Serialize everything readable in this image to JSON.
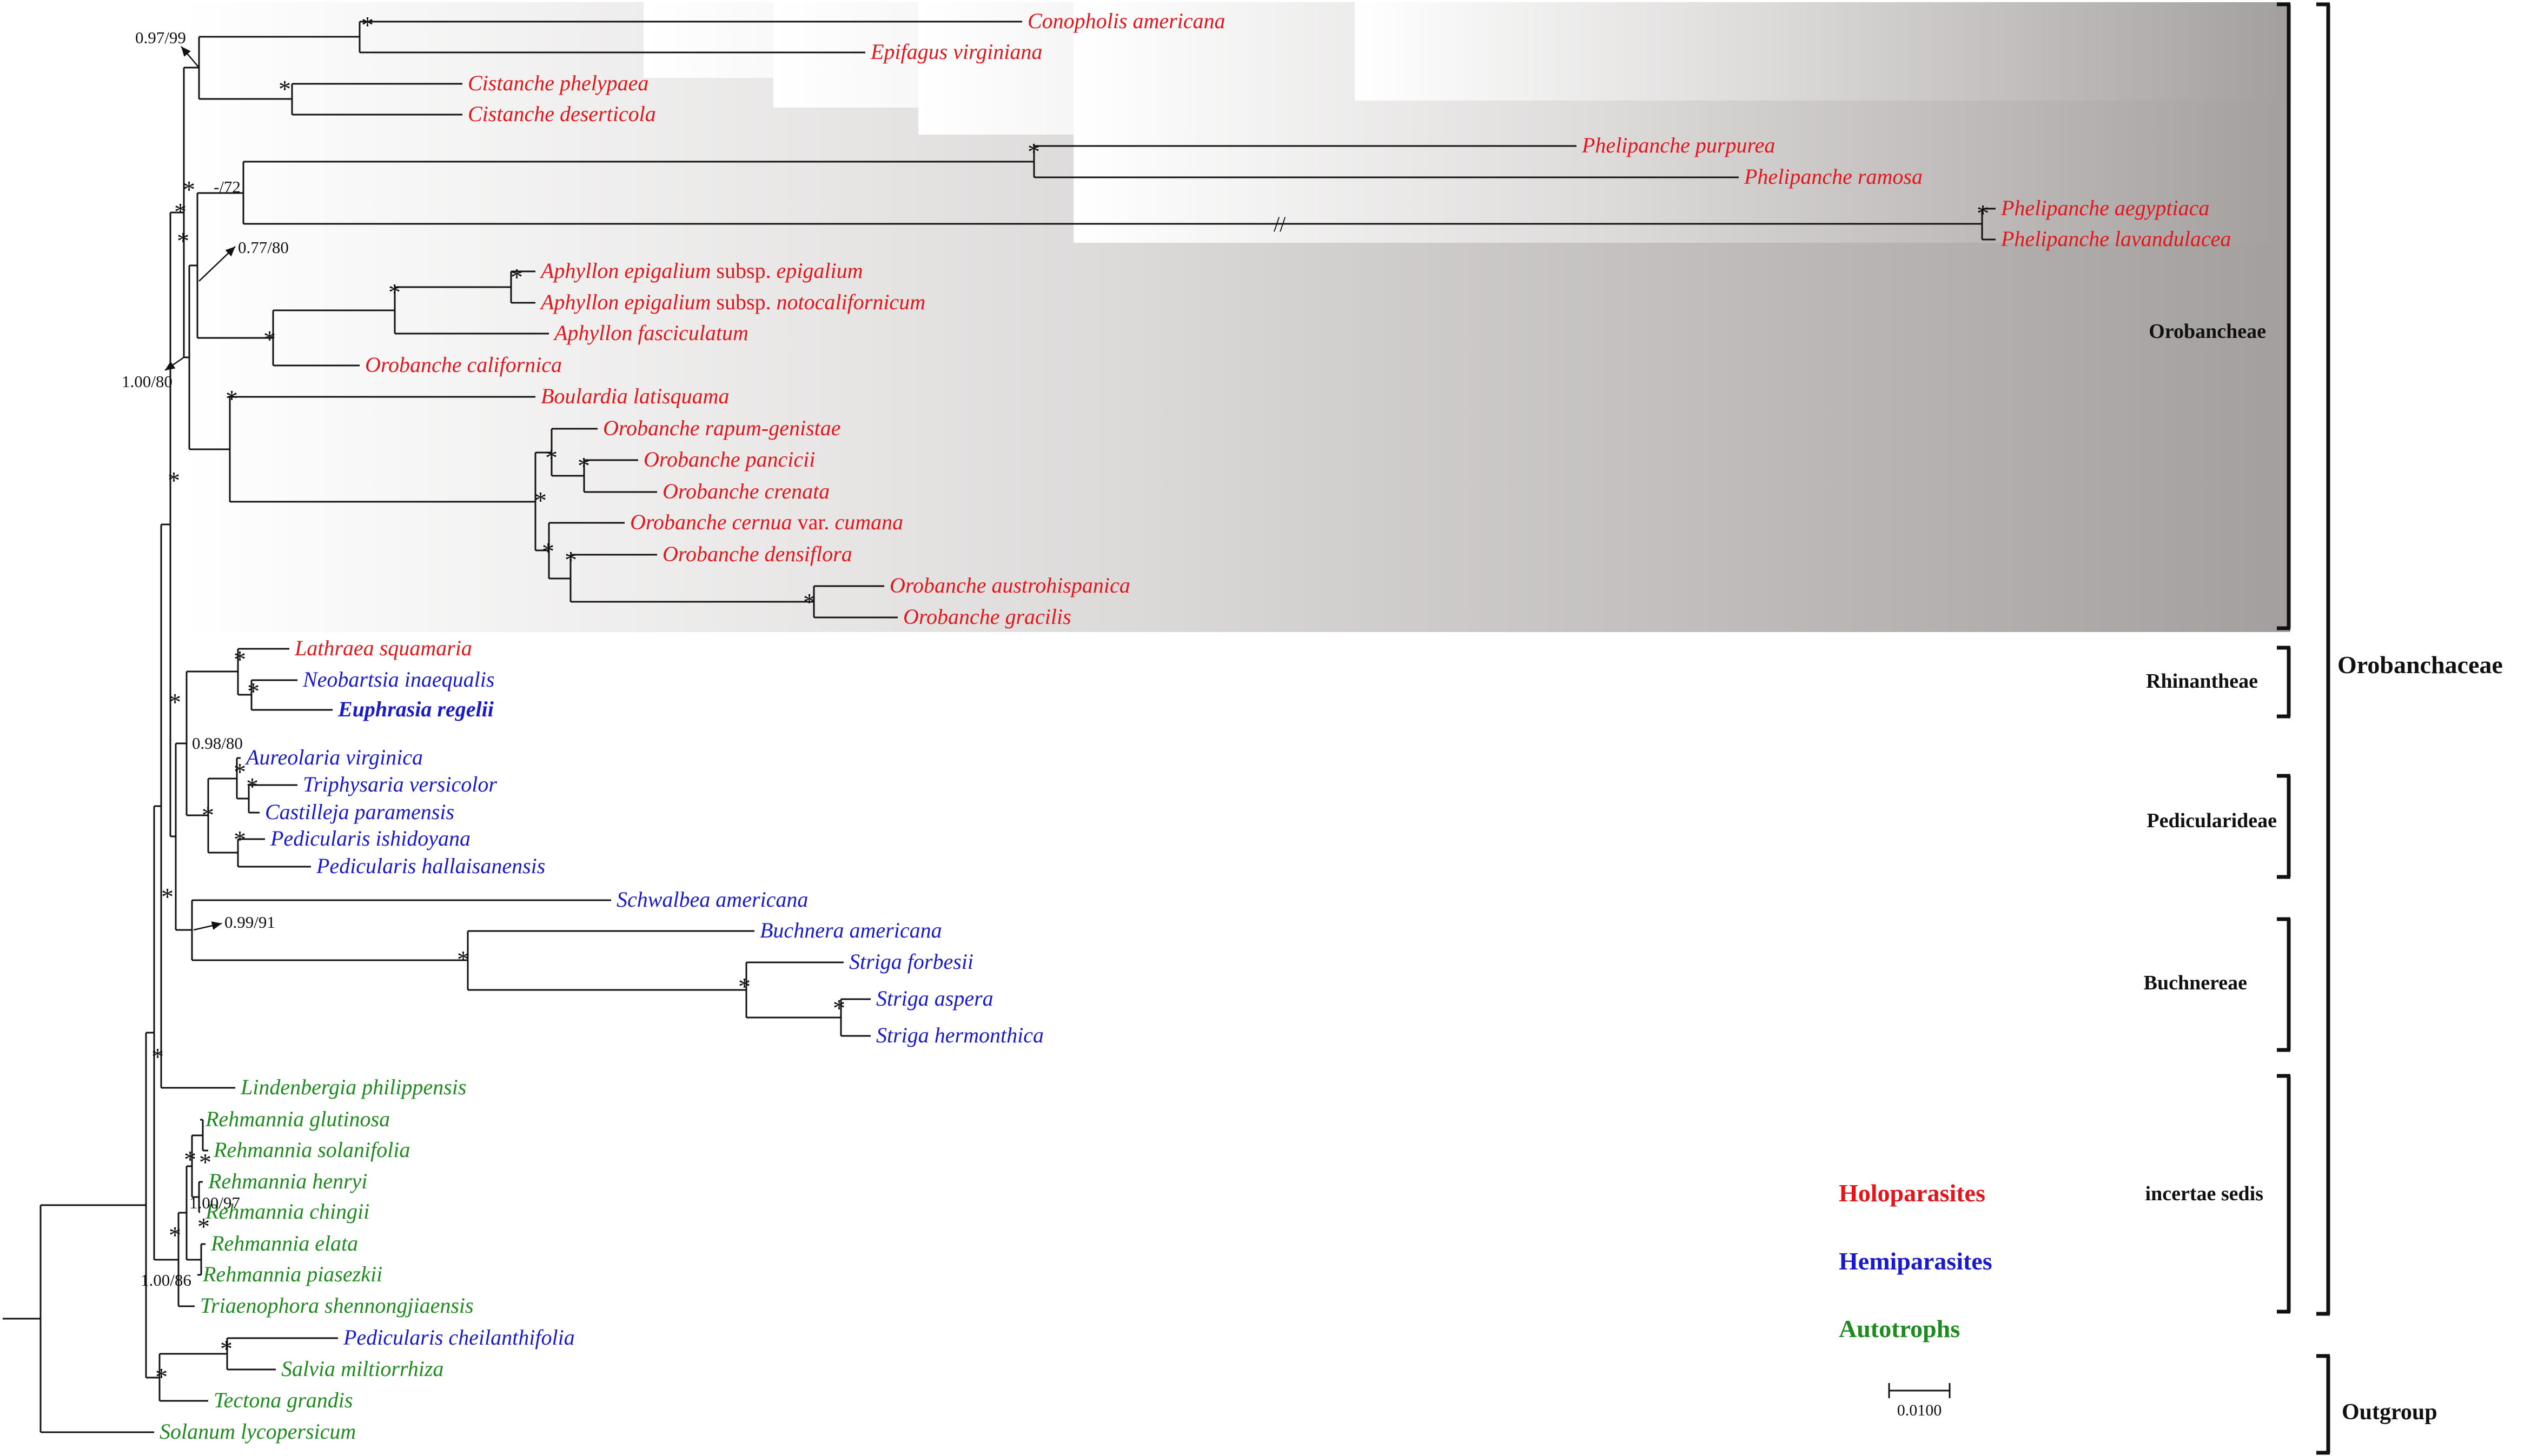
{
  "taxa": [
    {
      "id": "conopholis",
      "parts": [
        {
          "t": "Conopholis americana",
          "i": true
        }
      ],
      "group": "holo"
    },
    {
      "id": "epifagus",
      "parts": [
        {
          "t": "Epifagus virginiana",
          "i": true
        }
      ],
      "group": "holo"
    },
    {
      "id": "cist-phel",
      "parts": [
        {
          "t": "Cistanche phelypaea",
          "i": true
        }
      ],
      "group": "holo"
    },
    {
      "id": "cist-des",
      "parts": [
        {
          "t": "Cistanche deserticola",
          "i": true
        }
      ],
      "group": "holo"
    },
    {
      "id": "phel-pur",
      "parts": [
        {
          "t": "Phelipanche purpurea",
          "i": true
        }
      ],
      "group": "holo"
    },
    {
      "id": "phel-ram",
      "parts": [
        {
          "t": "Phelipanche ramosa",
          "i": true
        }
      ],
      "group": "holo"
    },
    {
      "id": "phel-aeg",
      "parts": [
        {
          "t": "Phelipanche aegyptiaca",
          "i": true
        }
      ],
      "group": "holo"
    },
    {
      "id": "phel-lav",
      "parts": [
        {
          "t": "Phelipanche lavandulacea",
          "i": true
        }
      ],
      "group": "holo"
    },
    {
      "id": "aph-epi",
      "parts": [
        {
          "t": "Aphyllon epigalium",
          "i": true
        },
        {
          "t": " subsp. ",
          "i": false
        },
        {
          "t": "epigalium",
          "i": true
        }
      ],
      "group": "holo"
    },
    {
      "id": "aph-not",
      "parts": [
        {
          "t": "Aphyllon epigalium",
          "i": true
        },
        {
          "t": " subsp. ",
          "i": false
        },
        {
          "t": "notocalifornicum",
          "i": true
        }
      ],
      "group": "holo"
    },
    {
      "id": "aph-fas",
      "parts": [
        {
          "t": "Aphyllon fasciculatum",
          "i": true
        }
      ],
      "group": "holo"
    },
    {
      "id": "oro-cal",
      "parts": [
        {
          "t": "Orobanche californica",
          "i": true
        }
      ],
      "group": "holo"
    },
    {
      "id": "boulardia",
      "parts": [
        {
          "t": "Boulardia latisquama",
          "i": true
        }
      ],
      "group": "holo"
    },
    {
      "id": "oro-rap",
      "parts": [
        {
          "t": "Orobanche rapum-genistae",
          "i": true
        }
      ],
      "group": "holo"
    },
    {
      "id": "oro-pan",
      "parts": [
        {
          "t": "Orobanche pancicii",
          "i": true
        }
      ],
      "group": "holo"
    },
    {
      "id": "oro-cre",
      "parts": [
        {
          "t": "Orobanche crenata",
          "i": true
        }
      ],
      "group": "holo"
    },
    {
      "id": "oro-cer",
      "parts": [
        {
          "t": "Orobanche cernua",
          "i": true
        },
        {
          "t": " var. ",
          "i": false
        },
        {
          "t": "cumana",
          "i": true
        }
      ],
      "group": "holo"
    },
    {
      "id": "oro-den",
      "parts": [
        {
          "t": "Orobanche densiflora",
          "i": true
        }
      ],
      "group": "holo"
    },
    {
      "id": "oro-aus",
      "parts": [
        {
          "t": "Orobanche austrohispanica",
          "i": true
        }
      ],
      "group": "holo"
    },
    {
      "id": "oro-gra",
      "parts": [
        {
          "t": "Orobanche gracilis",
          "i": true
        }
      ],
      "group": "holo"
    },
    {
      "id": "lathraea",
      "parts": [
        {
          "t": "Lathraea squamaria",
          "i": true
        }
      ],
      "group": "holo"
    },
    {
      "id": "neobartsia",
      "parts": [
        {
          "t": "Neobartsia inaequalis",
          "i": true
        }
      ],
      "group": "hemi"
    },
    {
      "id": "euphrasia",
      "parts": [
        {
          "t": "Euphrasia regelii",
          "i": true
        }
      ],
      "group": "hemi",
      "bold": true
    },
    {
      "id": "aureolaria",
      "parts": [
        {
          "t": "Aureolaria virginica",
          "i": true
        }
      ],
      "group": "hemi"
    },
    {
      "id": "triphysaria",
      "parts": [
        {
          "t": "Triphysaria versicolor",
          "i": true
        }
      ],
      "group": "hemi"
    },
    {
      "id": "castilleja",
      "parts": [
        {
          "t": "Castilleja paramensis",
          "i": true
        }
      ],
      "group": "hemi"
    },
    {
      "id": "ped-ish",
      "parts": [
        {
          "t": "Pedicularis ishidoyana",
          "i": true
        }
      ],
      "group": "hemi"
    },
    {
      "id": "ped-hal",
      "parts": [
        {
          "t": "Pedicularis hallaisanensis",
          "i": true
        }
      ],
      "group": "hemi"
    },
    {
      "id": "schwalbea",
      "parts": [
        {
          "t": "Schwalbea americana",
          "i": true
        }
      ],
      "group": "hemi"
    },
    {
      "id": "buchnera",
      "parts": [
        {
          "t": "Buchnera americana",
          "i": true
        }
      ],
      "group": "hemi"
    },
    {
      "id": "str-for",
      "parts": [
        {
          "t": "Striga forbesii",
          "i": true
        }
      ],
      "group": "hemi"
    },
    {
      "id": "str-asp",
      "parts": [
        {
          "t": "Striga aspera",
          "i": true
        }
      ],
      "group": "hemi"
    },
    {
      "id": "str-her",
      "parts": [
        {
          "t": "Striga hermonthica",
          "i": true
        }
      ],
      "group": "hemi"
    },
    {
      "id": "lindenbergia",
      "parts": [
        {
          "t": "Lindenbergia philippensis",
          "i": true
        }
      ],
      "group": "auto"
    },
    {
      "id": "reh-glu",
      "parts": [
        {
          "t": "Rehmannia glutinosa",
          "i": true
        }
      ],
      "group": "auto"
    },
    {
      "id": "reh-sol",
      "parts": [
        {
          "t": "Rehmannia solanifolia",
          "i": true
        }
      ],
      "group": "auto"
    },
    {
      "id": "reh-hen",
      "parts": [
        {
          "t": "Rehmannia henryi",
          "i": true
        }
      ],
      "group": "auto"
    },
    {
      "id": "reh-chi",
      "parts": [
        {
          "t": "Rehmannia chingii",
          "i": true
        }
      ],
      "group": "auto"
    },
    {
      "id": "reh-ela",
      "parts": [
        {
          "t": "Rehmannia elata",
          "i": true
        }
      ],
      "group": "auto"
    },
    {
      "id": "reh-pia",
      "parts": [
        {
          "t": "Rehmannia piasezkii",
          "i": true
        }
      ],
      "group": "auto"
    },
    {
      "id": "triaenophora",
      "parts": [
        {
          "t": "Triaenophora shennongjiaensis",
          "i": true
        }
      ],
      "group": "auto"
    },
    {
      "id": "ped-che",
      "parts": [
        {
          "t": "Pedicularis cheilanthifolia",
          "i": true
        }
      ],
      "group": "hemi"
    },
    {
      "id": "salvia",
      "parts": [
        {
          "t": "Salvia miltiorrhiza",
          "i": true
        }
      ],
      "group": "auto"
    },
    {
      "id": "tectona",
      "parts": [
        {
          "t": "Tectona grandis",
          "i": true
        }
      ],
      "group": "auto"
    },
    {
      "id": "solanum",
      "parts": [
        {
          "t": "Solanum lycopersicum",
          "i": true
        }
      ],
      "group": "auto"
    }
  ],
  "clades": [
    {
      "name": "Orobancheae"
    },
    {
      "name": "Rhinantheae"
    },
    {
      "name": "Pedicularideae"
    },
    {
      "name": "Buchnereae"
    },
    {
      "name": "incertae sedis"
    },
    {
      "name": "Outgroup"
    }
  ],
  "family": "Orobanchaceae",
  "support_values": [
    "0.97/99",
    "-/72",
    "0.77/80",
    "1.00/80",
    "0.98/80",
    "0.99/91",
    "1.00/97",
    "1.00/86"
  ],
  "support_star": "*",
  "legend": [
    {
      "label": "Holoparasites",
      "color": "#e3161c"
    },
    {
      "label": "Hemiparasites",
      "color": "#1a1ac8"
    },
    {
      "label": "Autotrophs",
      "color": "#1f8a1f"
    }
  ],
  "scale_bar": {
    "label": "0.0100"
  },
  "break_mark": "//",
  "colors": {
    "holo": "#e3161c",
    "hemi": "#1a1ac8",
    "auto": "#1f8a1f",
    "line": "#111111",
    "text": "#111111",
    "band_start": "#ffffff",
    "band_end": "#a39f9e"
  }
}
